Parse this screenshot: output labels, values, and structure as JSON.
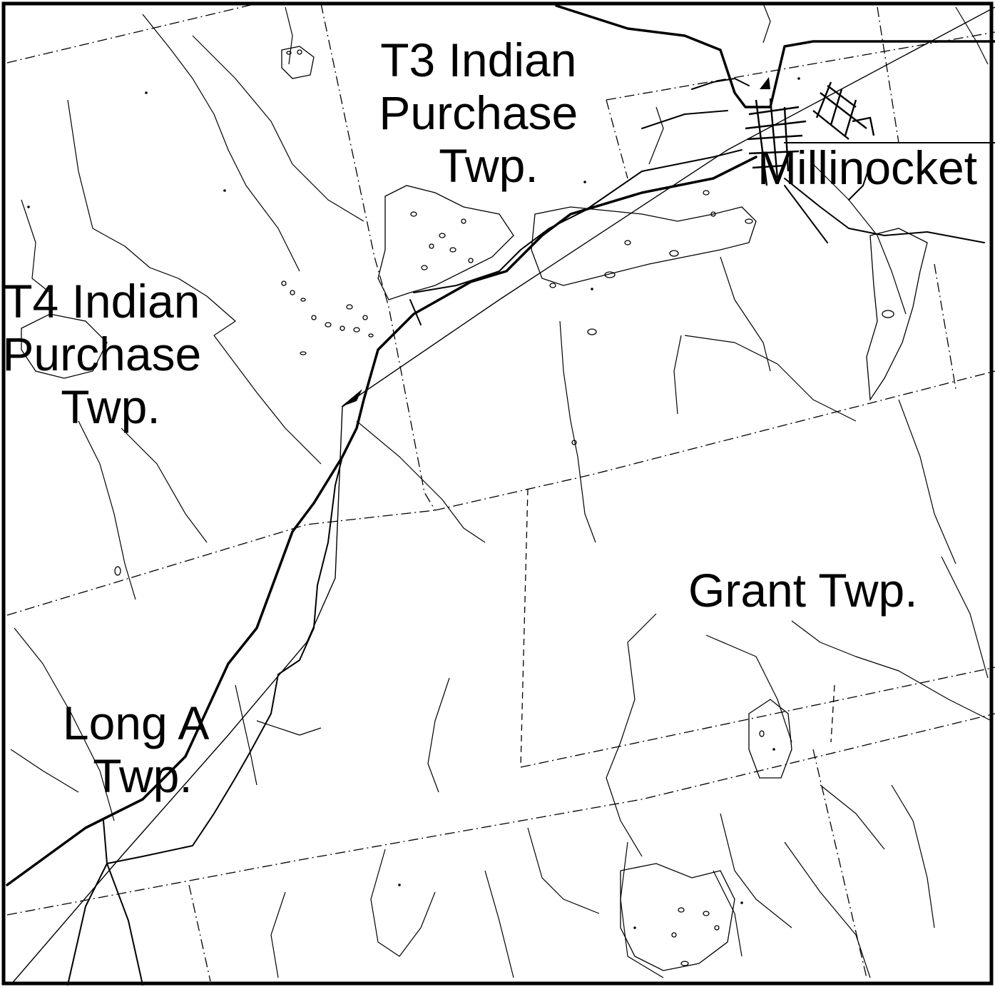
{
  "labels": {
    "t3": [
      "T3 Indian",
      "Purchase",
      "Twp."
    ],
    "t4": [
      "T4 Indian",
      "Purchase",
      "Twp."
    ],
    "millinocket": "Millinocket",
    "grant": "Grant Twp.",
    "longa": [
      "Long A",
      "Twp."
    ]
  },
  "colors": {
    "ink": "#000000",
    "paper": "#ffffff"
  },
  "icons": {
    "route_arrow": "arrow-icon"
  }
}
